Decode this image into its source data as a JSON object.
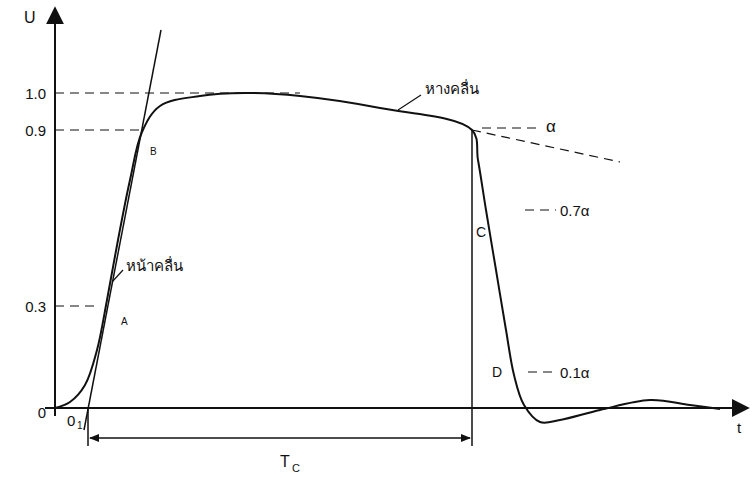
{
  "diagram": {
    "labels": [
      "U",
      "1.0",
      "0.9",
      "0.3",
      "0",
      "0",
      "1",
      "หางคลื่น",
      "α",
      "B",
      "หน้าคลื่น",
      "A",
      "C",
      "0.7α",
      "D",
      "0.1α",
      "t",
      "T",
      "C"
    ]
  }
}
